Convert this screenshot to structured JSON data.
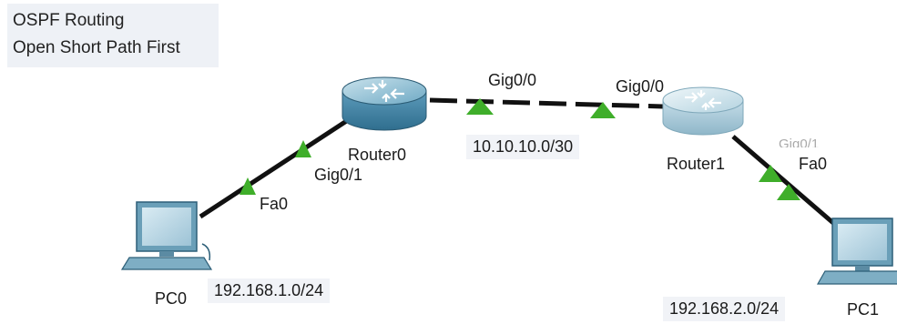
{
  "note": {
    "line1": "OSPF Routing",
    "line2": "Open Short Path First"
  },
  "devices": {
    "router0": {
      "name": "Router0",
      "icon": "router-icon"
    },
    "router1": {
      "name": "Router1",
      "icon": "router-icon"
    },
    "pc0": {
      "name": "PC0",
      "icon": "pc-icon"
    },
    "pc1": {
      "name": "PC1",
      "icon": "pc-icon"
    }
  },
  "interfaces": {
    "r0_gig00": "Gig0/0",
    "r1_gig00": "Gig0/0",
    "r0_gig01": "Gig0/1",
    "pc0_fa0": "Fa0",
    "r1_gig01": "Gig0/1",
    "pc1_fa0": "Fa0"
  },
  "networks": {
    "wan": "10.10.10.0/30",
    "lan0": "192.168.1.0/24",
    "lan1": "192.168.2.0/24"
  },
  "colors": {
    "link": "#111111",
    "link_up": "#3fae2a",
    "router_body": "#4f8fb0",
    "router_top": "#9cc7d9",
    "label_box": "#f1f3f7"
  }
}
